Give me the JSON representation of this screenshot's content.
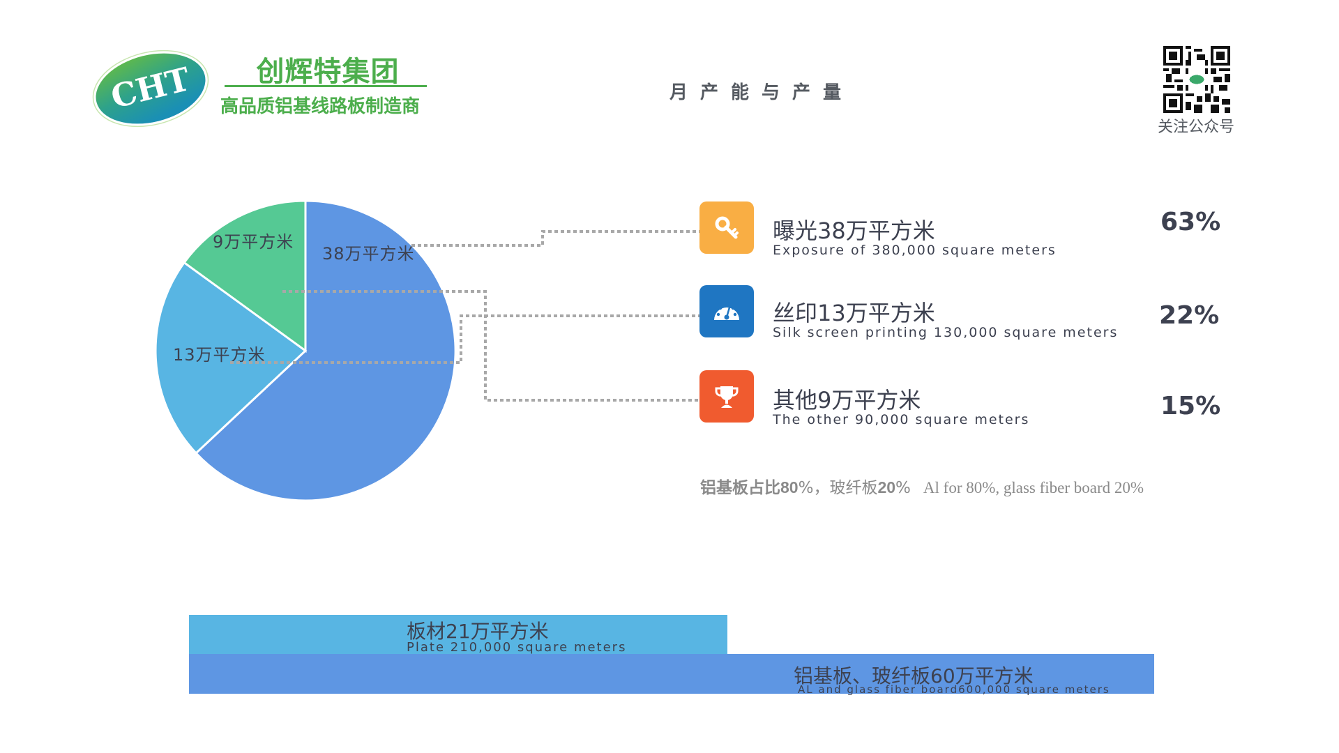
{
  "header": {
    "logo_text": "CHT",
    "brand_name": "创辉特集团",
    "brand_tagline": "高品质铝基线路板制造商",
    "page_title": "月产能与产量",
    "qr_caption": "关注公众号",
    "brand_color": "#4cae4c"
  },
  "pie": {
    "slices": [
      {
        "label": "38万平方米",
        "value": 38,
        "percent": 63,
        "color": "#5e96e3"
      },
      {
        "label": "13万平方米",
        "value": 13,
        "percent": 22,
        "color": "#58b5e3"
      },
      {
        "label": "9万平方米",
        "value": 9,
        "percent": 15,
        "color": "#55c994"
      }
    ]
  },
  "legend": {
    "items": [
      {
        "icon": "key-icon",
        "icon_color": "#f9ae44",
        "title": "曝光38万平方米",
        "subtitle": "Exposure of 380,000 square meters",
        "percent": "63%"
      },
      {
        "icon": "gauge-icon",
        "icon_color": "#1f76c2",
        "title": "丝印13万平方米",
        "subtitle": "Silk screen printing 130,000 square meters",
        "percent": "22%"
      },
      {
        "icon": "trophy-icon",
        "icon_color": "#f05b2f",
        "title": "其他9万平方米",
        "subtitle": "The other 90,000 square meters",
        "percent": "15%"
      }
    ],
    "note_cn_bold_1": "铝基板占比",
    "note_cn_num_1": "80",
    "note_cn_mid": "%，玻纤板",
    "note_cn_num_2": "20",
    "note_cn_end": "%",
    "note_en": "Al for 80%, glass fiber board 20%"
  },
  "bars": [
    {
      "title": "板材21万平方米",
      "subtitle": "Plate 210,000 square meters",
      "value": 21,
      "color": "#58b5e3"
    },
    {
      "title": "铝基板、玻纤板60万平方米",
      "subtitle": "AL and glass fiber board600,000 square meters",
      "value": 60,
      "color": "#5e96e3"
    }
  ],
  "chart_data": [
    {
      "type": "pie",
      "title": "月产能与产量",
      "categories": [
        "曝光 Exposure",
        "丝印 Silk screen printing",
        "其他 The other"
      ],
      "values": [
        38,
        13,
        9
      ],
      "unit": "万平方米 (10,000 m²)",
      "percentages": [
        63,
        22,
        15
      ],
      "data_labels": [
        "38万平方米",
        "13万平方米",
        "9万平方米"
      ],
      "colors": [
        "#5e96e3",
        "#58b5e3",
        "#55c994"
      ],
      "legend_position": "right"
    },
    {
      "type": "bar",
      "orientation": "horizontal",
      "categories": [
        "板材 Plate",
        "铝基板、玻纤板 AL and glass fiber board"
      ],
      "values": [
        21,
        60
      ],
      "unit": "万平方米 (10,000 m²)",
      "data_labels": [
        "板材21万平方米 / Plate 210,000 square meters",
        "铝基板、玻纤板60万平方米 / AL and glass fiber board600,000 square meters"
      ],
      "grid": false
    }
  ]
}
